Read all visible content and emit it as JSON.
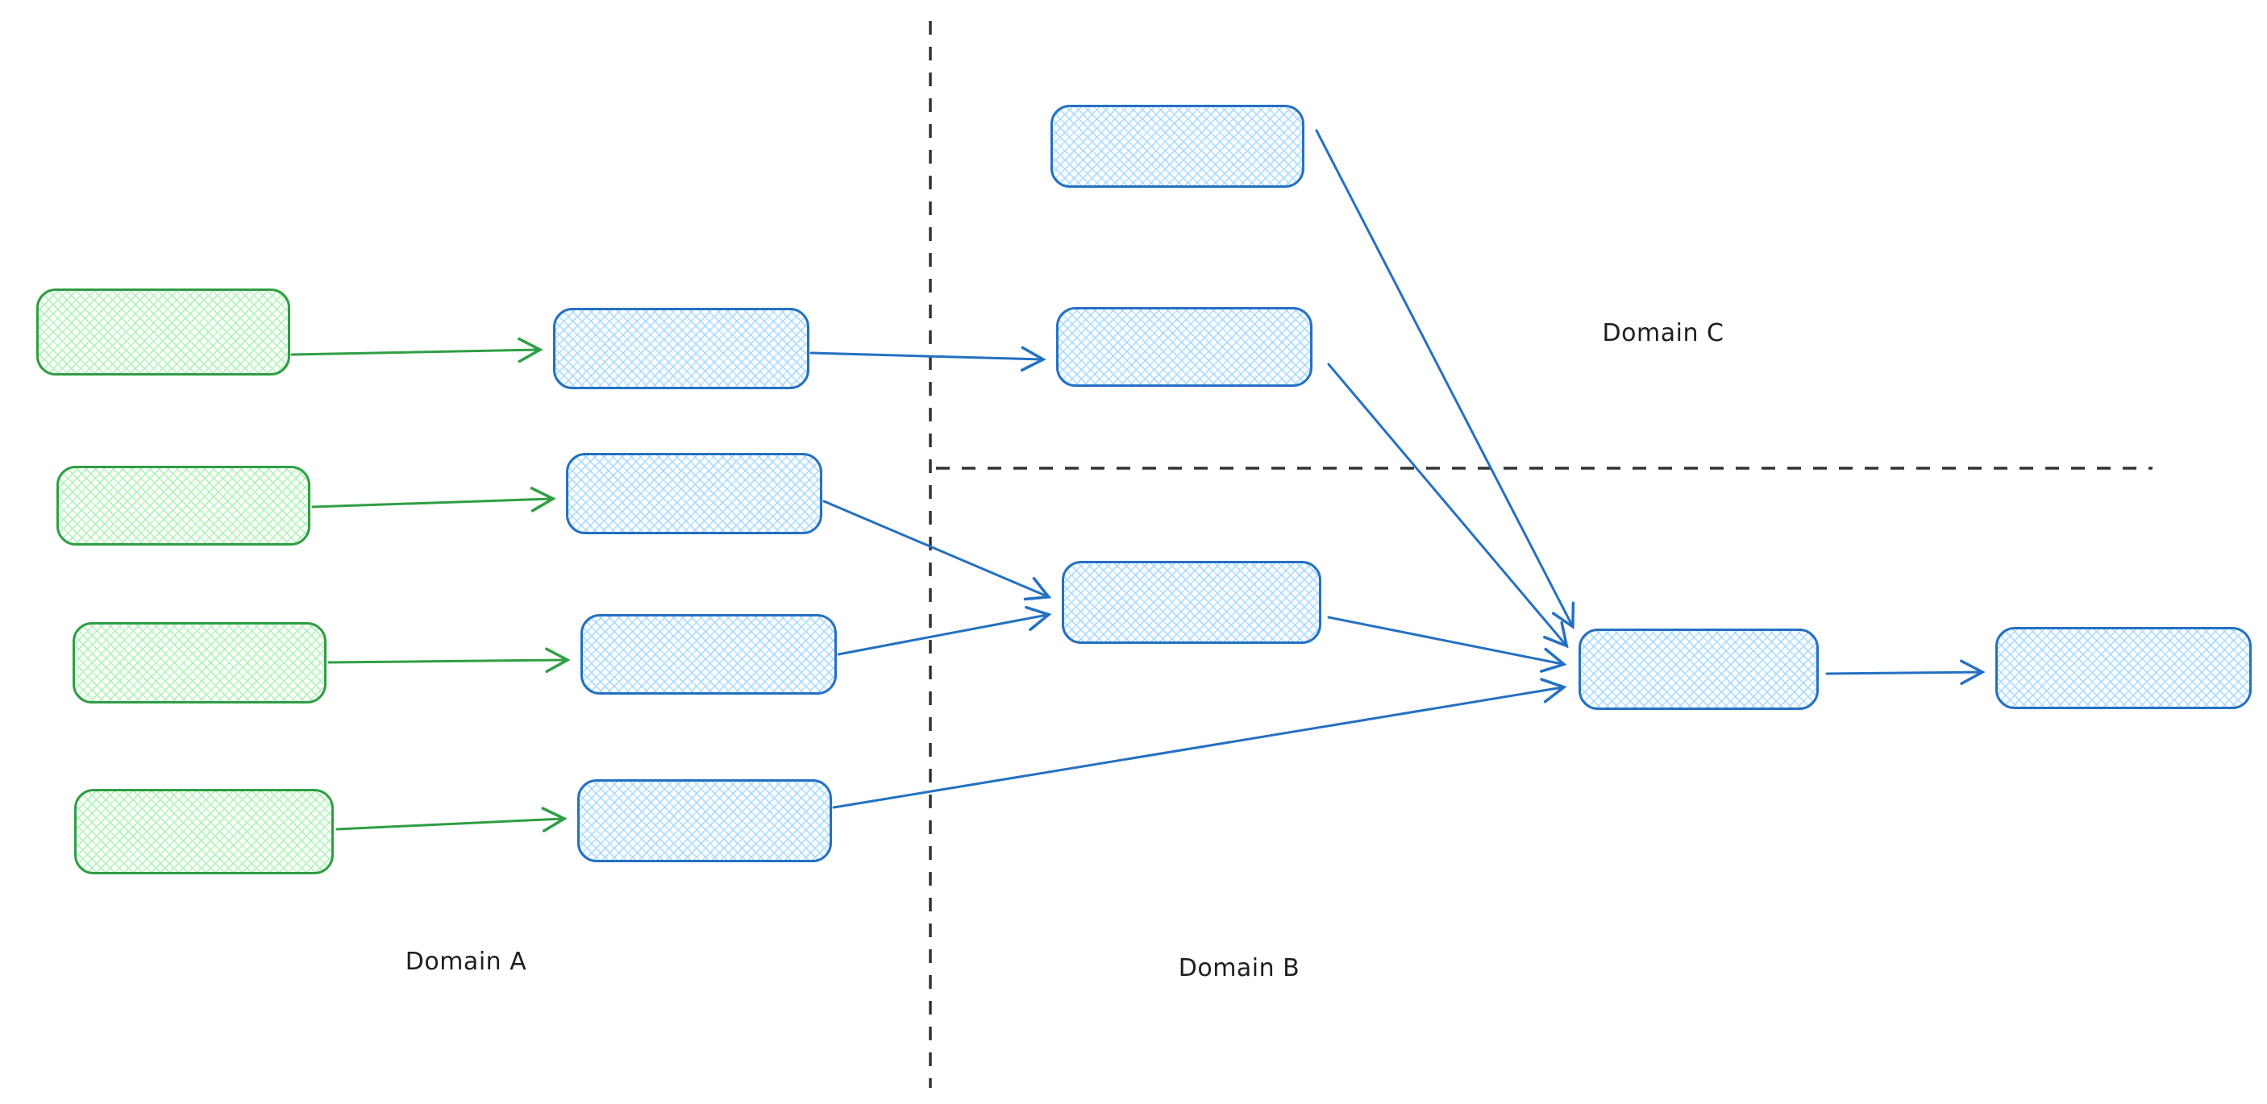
{
  "labels": {
    "domain_a": "Domain A",
    "domain_b": "Domain B",
    "domain_c": "Domain C"
  },
  "colors": {
    "blue_stroke": "#2470c3",
    "blue_fill": "#a5d8ff",
    "green_stroke": "#2f9e44",
    "green_fill": "#b2f2bb",
    "divider": "#333333",
    "text": "#1e1e1e",
    "background": "#ffffff"
  },
  "diagram": {
    "style": "hand-drawn sketch, cross-hatched rounded rectangles, no text inside nodes",
    "nodes": [
      {
        "id": "a1",
        "region": "Domain A",
        "color": "green"
      },
      {
        "id": "a2",
        "region": "Domain A",
        "color": "green"
      },
      {
        "id": "a3",
        "region": "Domain A",
        "color": "green"
      },
      {
        "id": "a4",
        "region": "Domain A",
        "color": "green"
      },
      {
        "id": "m1",
        "region": "Domain A",
        "color": "blue"
      },
      {
        "id": "m2",
        "region": "Domain A",
        "color": "blue"
      },
      {
        "id": "m3",
        "region": "Domain A",
        "color": "blue"
      },
      {
        "id": "m4",
        "region": "Domain A",
        "color": "blue"
      },
      {
        "id": "b1",
        "region": "Domain C",
        "color": "blue"
      },
      {
        "id": "b2",
        "region": "Domain C",
        "color": "blue"
      },
      {
        "id": "b3",
        "region": "Domain B",
        "color": "blue"
      },
      {
        "id": "c1",
        "region": "Domain B",
        "color": "blue"
      },
      {
        "id": "c2",
        "region": "Domain B",
        "color": "blue"
      }
    ],
    "edges": [
      {
        "from": "a1",
        "to": "m1",
        "color": "green"
      },
      {
        "from": "a2",
        "to": "m2",
        "color": "green"
      },
      {
        "from": "a3",
        "to": "m3",
        "color": "green"
      },
      {
        "from": "a4",
        "to": "m4",
        "color": "green"
      },
      {
        "from": "m1",
        "to": "b2",
        "color": "blue"
      },
      {
        "from": "m2",
        "to": "b3",
        "color": "blue"
      },
      {
        "from": "m3",
        "to": "b3",
        "color": "blue"
      },
      {
        "from": "m4",
        "to": "c1",
        "color": "blue"
      },
      {
        "from": "b1",
        "to": "c1",
        "color": "blue"
      },
      {
        "from": "b2",
        "to": "c1",
        "color": "blue"
      },
      {
        "from": "b3",
        "to": "c1",
        "color": "blue"
      },
      {
        "from": "c1",
        "to": "c2",
        "color": "blue"
      }
    ],
    "dividers": [
      {
        "id": "vertical",
        "separates": "Domain A | Domain B/C"
      },
      {
        "id": "horizontal",
        "separates": "Domain C | Domain B"
      }
    ]
  }
}
